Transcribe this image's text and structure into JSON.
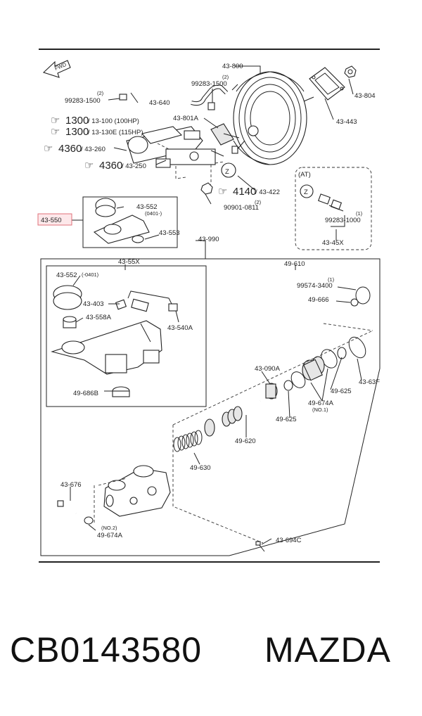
{
  "diagram": {
    "fwd_label": "FWD",
    "labels": {
      "l_43_800": "43-800",
      "l_2a": "(2)",
      "l_99283_1500a": "99283-1500",
      "l_43_804": "43-804",
      "l_2b": "(2)",
      "l_99283_1500b": "99283-1500",
      "l_43_640": "43-640",
      "l_43_443": "43-443",
      "l_1300_num": "1300",
      "l_1300_txt": "/ 13-100 (100HP)",
      "l_1300b_num": "1300",
      "l_1300b_txt": "/ 13-130E (115HP)",
      "l_43_801a": "43-801A",
      "l_4360_num": "4360",
      "l_4360_txt": "/ 43-260",
      "l_4360b_num": "4360",
      "l_4360b_txt": "/ 43-250",
      "l_z1": "Z",
      "l_at": "(AT)",
      "l_z2": "Z",
      "l_4140_num": "4140",
      "l_4140_txt": "/ 43-422",
      "l_2c": "(2)",
      "l_90901": "90901-0811",
      "l_1a": "(1)",
      "l_99283_1000": "99283-1000",
      "l_43_552a": "43-552",
      "l_0401a": "(0401-)",
      "l_43_550": "43-550",
      "l_43_553": "43-553",
      "l_43_45x": "43-45X",
      "l_43_990": "43-990",
      "l_43_55x": "43-55X",
      "l_49_610": "49-610",
      "l_43_552b": "43-552",
      "l_0401b": "(-0401)",
      "l_1b": "(1)",
      "l_99574": "99574-3400",
      "l_43_403": "43-403",
      "l_49_666": "49-666",
      "l_43_558a": "43-558A",
      "l_43_540a": "43-540A",
      "l_43_090a": "43-090A",
      "l_43_63f": "43-63F",
      "l_49_625a": "49-625",
      "l_49_674a_top": "49-674A",
      "l_no1": "(NO.1)",
      "l_49_686b": "49-686B",
      "l_49_625b": "49-625",
      "l_49_620": "49-620",
      "l_49_630": "49-630",
      "l_43_676": "43-676",
      "l_no2": "(NO.2)",
      "l_49_674a_bot": "49-674A",
      "l_43_694c": "43-694C"
    }
  },
  "footer": {
    "part_number": "CB0143580",
    "brand": "MAZDA"
  },
  "colors": {
    "highlight": "#e0707a",
    "highlight_fill": "#fde8ea",
    "ink": "#222222"
  }
}
